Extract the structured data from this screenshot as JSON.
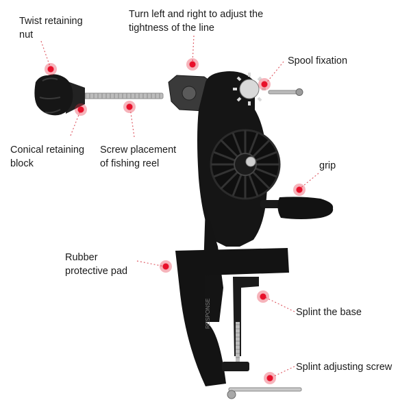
{
  "labels": {
    "twist_nut": "Twist retaining\nnut",
    "turn_adjust": "Turn left and right to adjust the\ntightness of the line",
    "spool_fixation": "Spool fixation",
    "conical_block": "Conical retaining\nblock",
    "screw_placement": "Screw placement\nof fishing reel",
    "grip": "grip",
    "rubber_pad": "Rubber\nprotective pad",
    "splint_base": "Splint the base",
    "splint_screw": "Splint adjusting screw"
  },
  "colors": {
    "marker": "#e8102a",
    "leader": "#e0606a",
    "body": "#151515",
    "metal": "#b8b8b8"
  }
}
